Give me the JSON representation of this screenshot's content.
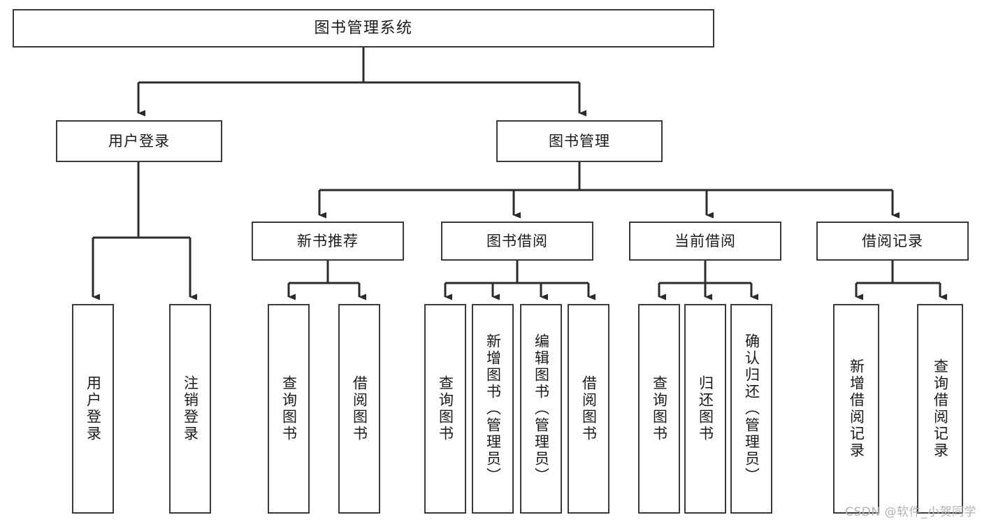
{
  "diagram": {
    "title": "图书管理系统",
    "type": "tree-hierarchy-chart",
    "watermark": "CSDN @软件_小贺同学",
    "colors": {
      "box_border": "#3a3a3a",
      "box_fill": "#ffffff",
      "edge": "#2b2b2b",
      "text": "#1a1a1a",
      "watermark": "#b3b3b3",
      "background": "#ffffff"
    }
  },
  "nodes": {
    "root": {
      "label": "图书管理系统"
    },
    "level2": [
      {
        "id": "user-login",
        "label": "用户登录"
      },
      {
        "id": "book-manage",
        "label": "图书管理"
      }
    ],
    "level3": [
      {
        "id": "new-book-recommend",
        "label": "新书推荐"
      },
      {
        "id": "book-borrow",
        "label": "图书借阅"
      },
      {
        "id": "current-borrow",
        "label": "当前借阅"
      },
      {
        "id": "borrow-record",
        "label": "借阅记录"
      }
    ],
    "leaves": {
      "user_login": [
        {
          "id": "leaf-user-login",
          "label": "用户登录"
        },
        {
          "id": "leaf-logout-login",
          "label": "注销登录"
        }
      ],
      "new_book_recommend": [
        {
          "id": "leaf-query-book-1",
          "label": "查询图书"
        },
        {
          "id": "leaf-borrow-book-1",
          "label": "借阅图书"
        }
      ],
      "book_borrow": [
        {
          "id": "leaf-query-book-2",
          "label": "查询图书"
        },
        {
          "id": "leaf-add-book",
          "label": "新增图书（管理员）"
        },
        {
          "id": "leaf-edit-book",
          "label": "编辑图书（管理员）"
        },
        {
          "id": "leaf-borrow-book-2",
          "label": "借阅图书"
        }
      ],
      "current_borrow": [
        {
          "id": "leaf-query-book-3",
          "label": "查询图书"
        },
        {
          "id": "leaf-return-book",
          "label": "归还图书"
        },
        {
          "id": "leaf-confirm-return",
          "label": "确认归还（管理员）"
        }
      ],
      "borrow_record": [
        {
          "id": "leaf-add-record",
          "label": "新增借阅记录"
        },
        {
          "id": "leaf-query-record",
          "label": "查询借阅记录"
        }
      ]
    }
  }
}
